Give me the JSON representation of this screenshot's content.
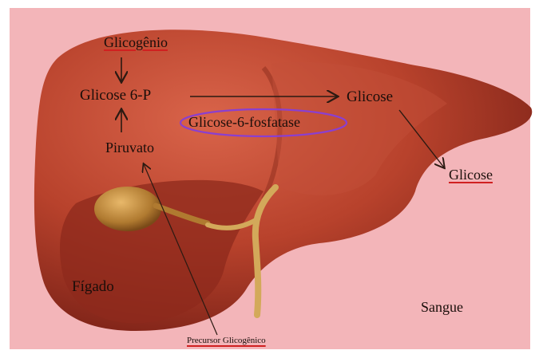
{
  "colors": {
    "background_frame": "#ffffff",
    "background_pink": "#f3b5b9",
    "liver_main": "#b8422c",
    "liver_dark": "#7e2318",
    "liver_light": "#d9644a",
    "gallbladder": "#c08a3a",
    "duct": "#d3a95a",
    "arrow": "#2b1a12",
    "ellipse_outline": "#8a3fd0",
    "underline_red": "#d02020"
  },
  "labels": {
    "glicogenio": "Glicogênio",
    "glicose_6p": "Glicose 6-P",
    "piruvato": "Piruvato",
    "glicose_center": "Glicose",
    "enzyme": "Glicose-6-fosfatase",
    "glicose_blood": "Glicose",
    "figado": "Fígado",
    "sangue": "Sangue",
    "precursor": "Precursor Glicogênico"
  }
}
